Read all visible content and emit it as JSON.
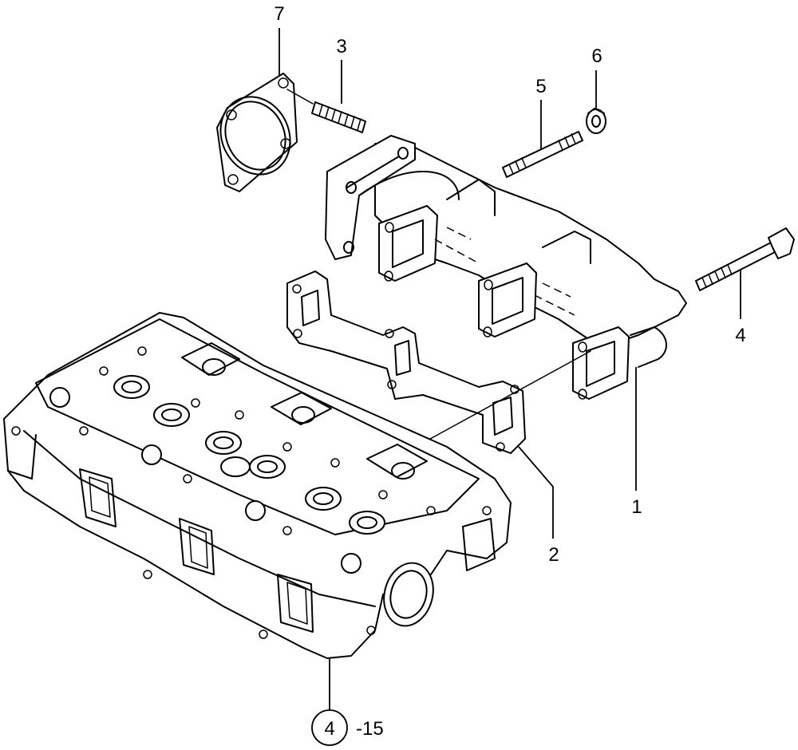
{
  "callouts": {
    "p1": "1",
    "p2": "2",
    "p3": "3",
    "p4": "4",
    "p5": "5",
    "p6": "6",
    "p7": "7"
  },
  "reference": {
    "circle_number": "4",
    "suffix": "-15"
  }
}
